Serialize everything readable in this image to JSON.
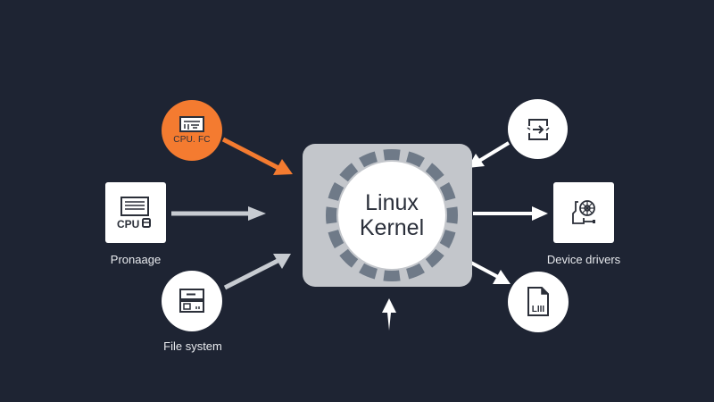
{
  "diagram": {
    "title": "Linux Kernel architecture",
    "center": {
      "line1": "Linux",
      "line2": "Kernel",
      "icon": "gear-ring-icon"
    },
    "nodes": {
      "cpu_fc": {
        "inner_label": "CPU. FC",
        "icon": "terminal-window-icon",
        "color": "#f47b30"
      },
      "process": {
        "label": "Pronaage",
        "inner_label": "CPU",
        "icon": "cpu-chip-icon"
      },
      "file_system": {
        "label": "File system",
        "icon": "storage-drive-icon"
      },
      "io": {
        "icon": "io-arrow-icon"
      },
      "device_drivers": {
        "label": "Device drivers",
        "icon": "device-gear-icon"
      },
      "document": {
        "inner_label": "LIII",
        "icon": "document-file-icon"
      }
    },
    "edges": [
      {
        "from": "cpu_fc",
        "to": "kernel",
        "color": "#f47b30"
      },
      {
        "from": "process",
        "to": "kernel",
        "color": "#c7cbd1"
      },
      {
        "from": "file_system",
        "to": "kernel",
        "color": "#c7cbd1"
      },
      {
        "from": "io",
        "to": "kernel",
        "color": "#ffffff"
      },
      {
        "from": "kernel",
        "to": "device_drivers",
        "color": "#ffffff"
      },
      {
        "from": "kernel",
        "to": "document",
        "color": "#ffffff"
      },
      {
        "from": "bottom",
        "to": "kernel",
        "color": "#ffffff"
      }
    ],
    "colors": {
      "background": "#1e2433",
      "kernel_box": "#c3c6cb",
      "ring_segment": "#6f7a88",
      "accent": "#f47b30"
    }
  }
}
